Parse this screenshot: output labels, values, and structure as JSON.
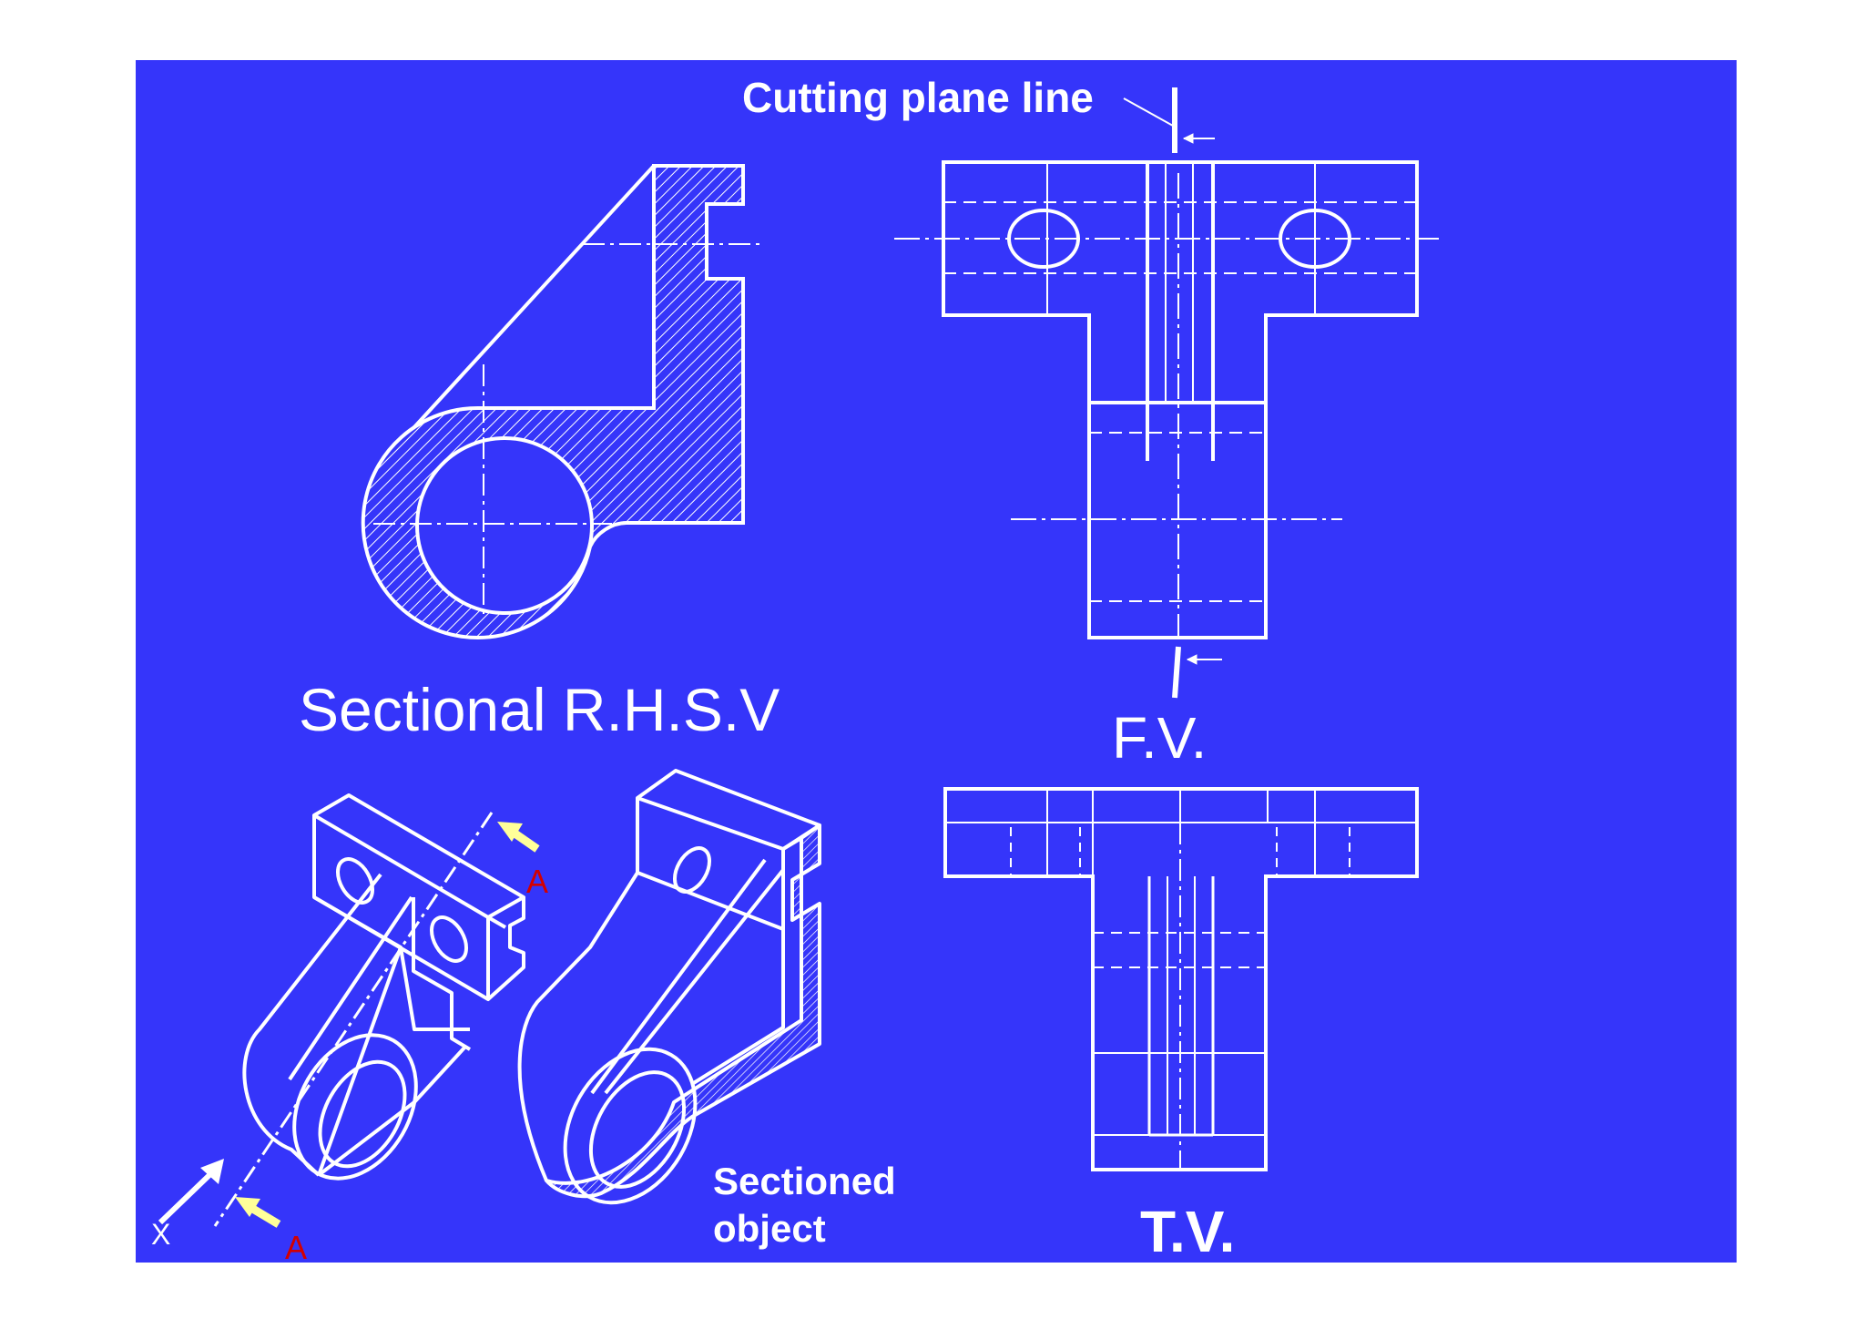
{
  "labels": {
    "cutting_plane": "Cutting plane line",
    "sectional_rhsv": "Sectional R.H.S.V",
    "fv": "F.V.",
    "tv": "T.V.",
    "sectioned_line1": "Sectioned",
    "sectioned_line2": "object",
    "section_a_top": "A",
    "section_a_bottom": "A",
    "x_axis": "X"
  },
  "colors": {
    "background": "#3535fa",
    "line": "#ffffff",
    "arrow_yellow": "#ffff99",
    "label_red": "#d40000"
  }
}
